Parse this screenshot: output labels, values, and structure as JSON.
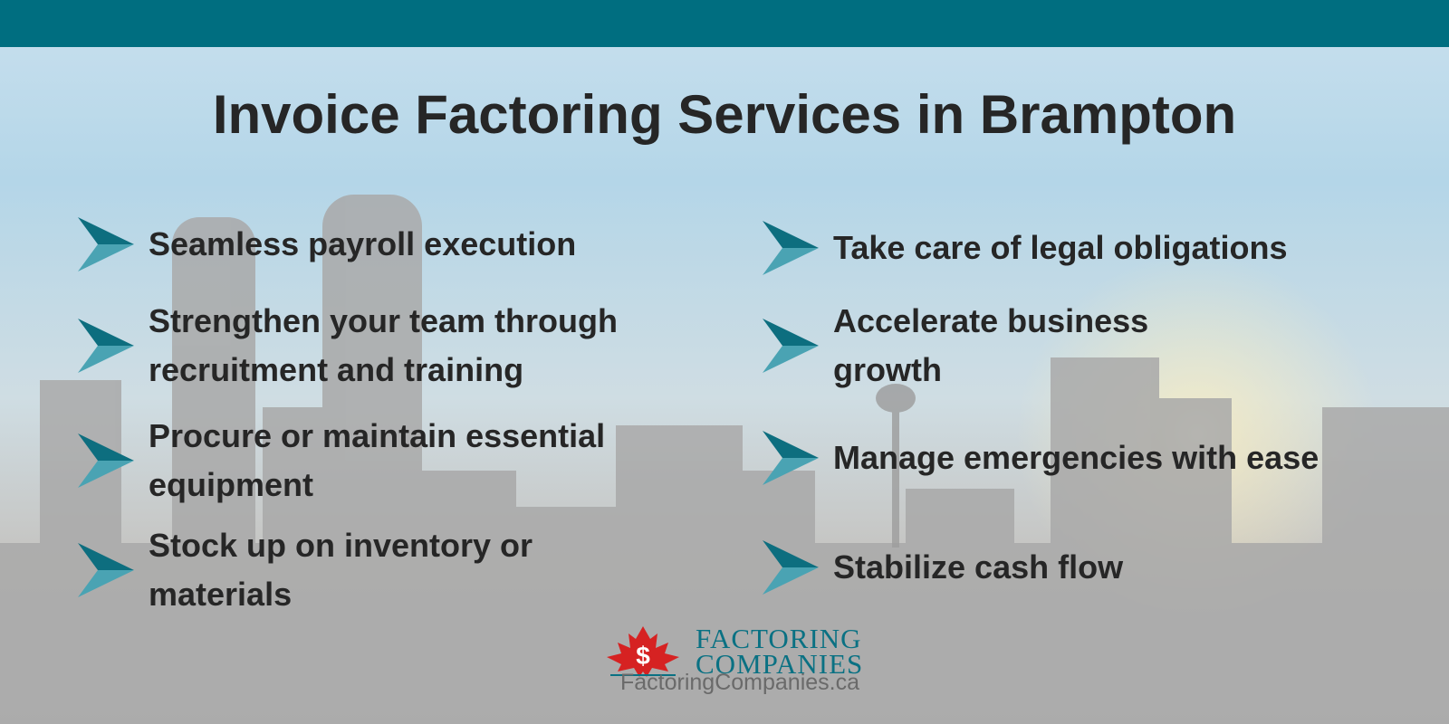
{
  "title": "Invoice Factoring Services in Brampton",
  "colors": {
    "accent": "#006e80",
    "arrow_dark": "#0d6e7f",
    "arrow_light": "#4aa3b3",
    "text": "#262626",
    "logo_red": "#d62222"
  },
  "benefits": {
    "left": [
      {
        "icon": "arrow-icon",
        "label": "Seamless payroll execution"
      },
      {
        "icon": "arrow-icon",
        "label": "Strengthen your team through recruitment and training"
      },
      {
        "icon": "arrow-icon",
        "label": "Procure or maintain essential equipment"
      },
      {
        "icon": "arrow-icon",
        "label": "Stock up on inventory or materials"
      }
    ],
    "right": [
      {
        "icon": "arrow-icon",
        "label": "Take care of legal obligations"
      },
      {
        "icon": "arrow-icon",
        "label": "Accelerate business growth"
      },
      {
        "icon": "arrow-icon",
        "label": "Manage emergencies with ease"
      },
      {
        "icon": "arrow-icon",
        "label": "Stabilize cash flow"
      }
    ]
  },
  "logo": {
    "icon": "maple-leaf-dollar-icon",
    "line1": "FACTORING",
    "line2": "COMPANIES",
    "url": "FactoringCompanies.ca"
  }
}
